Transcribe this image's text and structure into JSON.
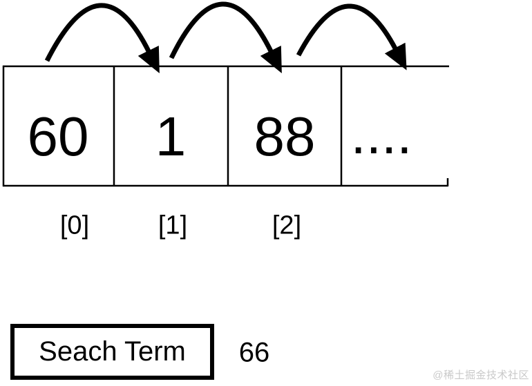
{
  "diagram": {
    "title_semantic": "linear-search-array-diagram",
    "array": {
      "cells": [
        {
          "value": "60",
          "index_label": "[0]"
        },
        {
          "value": "1",
          "index_label": "[1]"
        },
        {
          "value": "88",
          "index_label": "[2]"
        },
        {
          "value": "....",
          "index_label": ""
        }
      ],
      "hop_arrow_count": 3
    },
    "search": {
      "label": "Seach Term",
      "value": "66"
    },
    "watermark": "@稀土掘金技术社区",
    "colors": {
      "line": "#000000",
      "background": "#ffffff",
      "watermark": "#c9c9c9"
    }
  }
}
